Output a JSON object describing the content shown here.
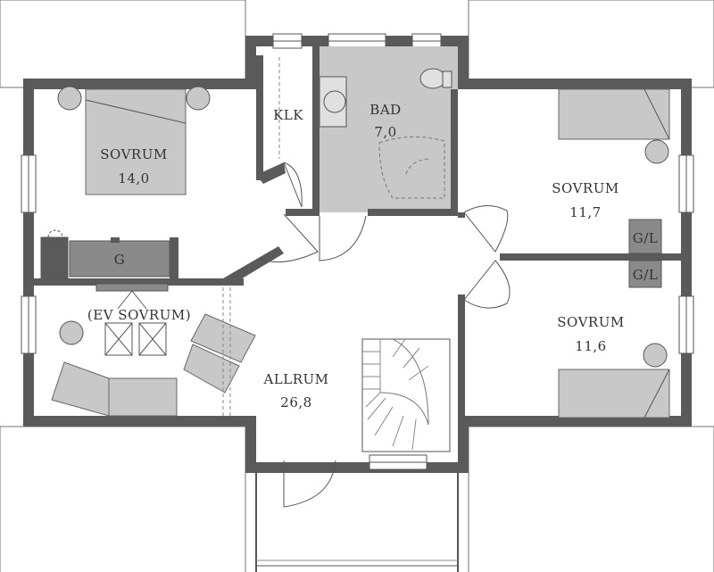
{
  "rooms": [
    {
      "name": "SOVRUM",
      "area": "14,0"
    },
    {
      "name": "KLK",
      "area": ""
    },
    {
      "name": "BAD",
      "area": "7,0"
    },
    {
      "name": "SOVRUM",
      "area": "11,7"
    },
    {
      "name": "SOVRUM",
      "area": "11,6"
    },
    {
      "name": "ALLRUM",
      "area": "26,8"
    }
  ],
  "labels": {
    "g": "G",
    "gl_top": "G/L",
    "gl_bottom": "G/L",
    "ev_sovrum": "(EV SOVRUM)"
  },
  "colors": {
    "wall": "#5a5a5a",
    "furniture": "#c8c8c8",
    "bathroom_fill": "#c8c8c8",
    "dark_fixture": "#8a8a8a"
  }
}
